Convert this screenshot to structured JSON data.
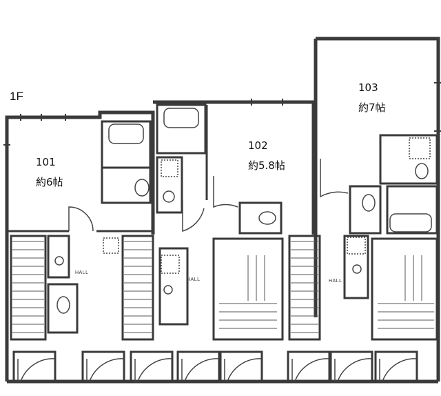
{
  "floor_label": "1F",
  "units": [
    {
      "number": "101",
      "area": "約6帖"
    },
    {
      "number": "102",
      "area": "約5.8帖"
    },
    {
      "number": "103",
      "area": "約7帖"
    }
  ],
  "hall_label": "HALL",
  "colors": {
    "wall": "#3a3a3a",
    "wall_fill": "#e6e6e6",
    "line": "#555555"
  }
}
